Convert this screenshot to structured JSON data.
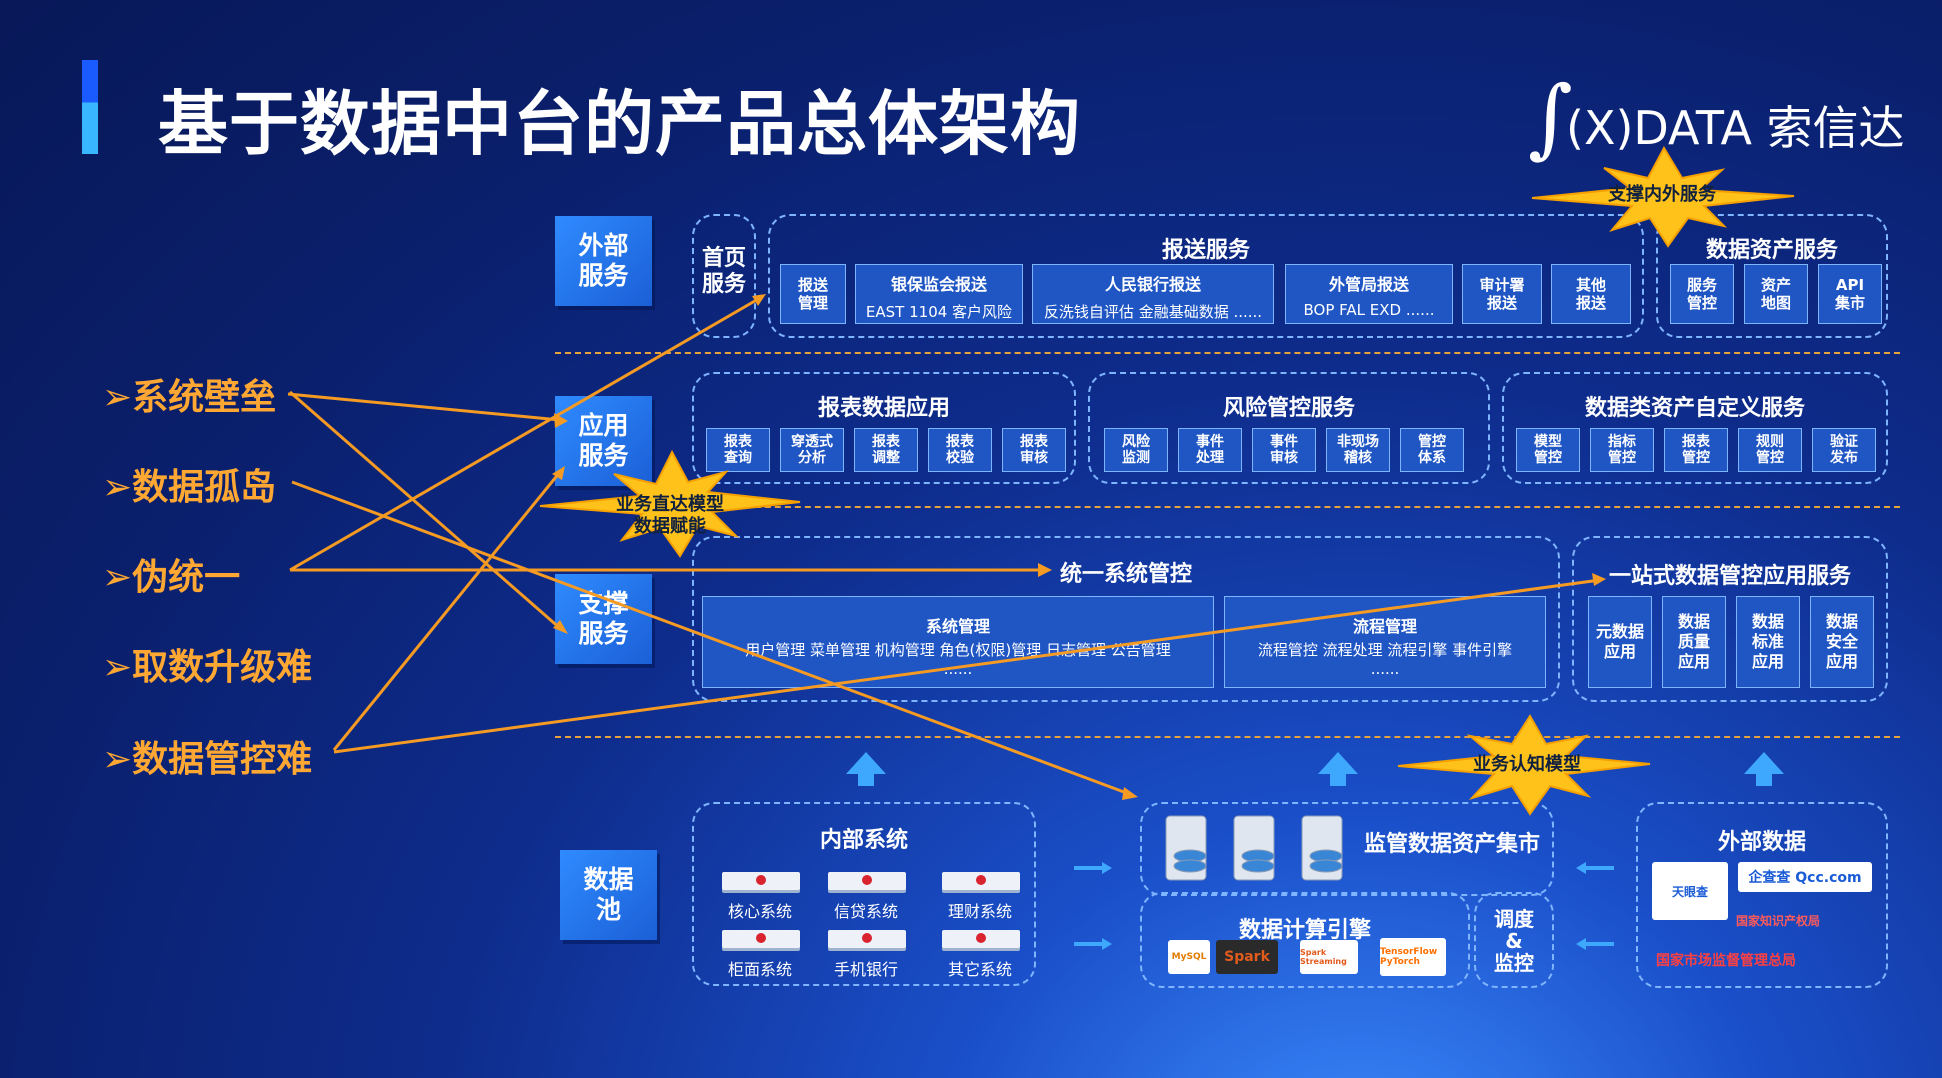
{
  "title": "基于数据中台的产品总体架构",
  "logo": {
    "text": "(X)DATA 索信达",
    "symbol": "∫"
  },
  "layers": {
    "external": "外部\n服务",
    "app": "应用\n服务",
    "support": "支撑\n服务",
    "pool": "数据\n池"
  },
  "home": "首页\n服务",
  "reporting": {
    "title": "报送服务",
    "groups": [
      {
        "name": "报送\n管理",
        "sub": ""
      },
      {
        "name": "银保监会报送",
        "sub": "EAST  1104  客户风险"
      },
      {
        "name": "人民银行报送",
        "sub": "反洗钱自评估  金融基础数据  ......"
      },
      {
        "name": "外管局报送",
        "sub": "BOP  FAL  EXD  ......"
      },
      {
        "name": "审计署\n报送",
        "sub": ""
      },
      {
        "name": "其他\n报送",
        "sub": ""
      }
    ]
  },
  "asset_service": {
    "title": "数据资产服务",
    "items": [
      "服务\n管控",
      "资产\n地图",
      "API\n集市"
    ]
  },
  "report_app": {
    "title": "报表数据应用",
    "items": [
      "报表\n查询",
      "穿透式\n分析",
      "报表\n调整",
      "报表\n校验",
      "报表\n审核"
    ]
  },
  "risk": {
    "title": "风险管控服务",
    "items": [
      "风险\n监测",
      "事件\n处理",
      "事件\n审核",
      "非现场\n稽核",
      "管控\n体系"
    ]
  },
  "custom": {
    "title": "数据类资产自定义服务",
    "items": [
      "模型\n管控",
      "指标\n管控",
      "报表\n管控",
      "规则\n管控",
      "验证\n发布"
    ]
  },
  "unified": {
    "title": "统一系统管控",
    "sys": {
      "title": "系统管理",
      "items": "用户管理  菜单管理  机构管理  角色(权限)管理  日志管理  公告管理",
      "more": "......"
    },
    "flow": {
      "title": "流程管理",
      "items": "流程管控  流程处理  流程引擎  事件引擎",
      "more": "......"
    }
  },
  "onestop": {
    "title": "一站式数据管控应用服务",
    "items": [
      "元数据\n应用",
      "数据\n质量\n应用",
      "数据\n标准\n应用",
      "数据\n安全\n应用"
    ]
  },
  "internal": {
    "title": "内部系统",
    "items": [
      "核心系统",
      "信贷系统",
      "理财系统",
      "柜面系统",
      "手机银行",
      "其它系统"
    ]
  },
  "mart": {
    "title": "监管数据资产集市"
  },
  "compute": {
    "title": "数据计算引擎",
    "engines": [
      "MySQL",
      "Spark",
      "Spark Streaming",
      "TensorFlow PyTorch"
    ]
  },
  "sched": "调度\n&\n监控",
  "external_data": {
    "title": "外部数据",
    "logos": [
      "天眼查",
      "企查查 Qcc.com",
      "国家知识产权局",
      "国家市场监督管理总局"
    ]
  },
  "problems": [
    "➢系统壁垒",
    "➢数据孤岛",
    "➢伪统一",
    "➢取数升级难",
    "➢数据管控难"
  ],
  "bursts": {
    "support_services": "支撑内外服务",
    "model_direct": "业务直达模型\n数据赋能",
    "cognition": "业务认知模型"
  },
  "colors": {
    "accent": "#ffa733",
    "arrow": "#f59a23",
    "burst": "#ffc21a",
    "chip": "#1f56c4",
    "tag": "#2f8bff"
  }
}
